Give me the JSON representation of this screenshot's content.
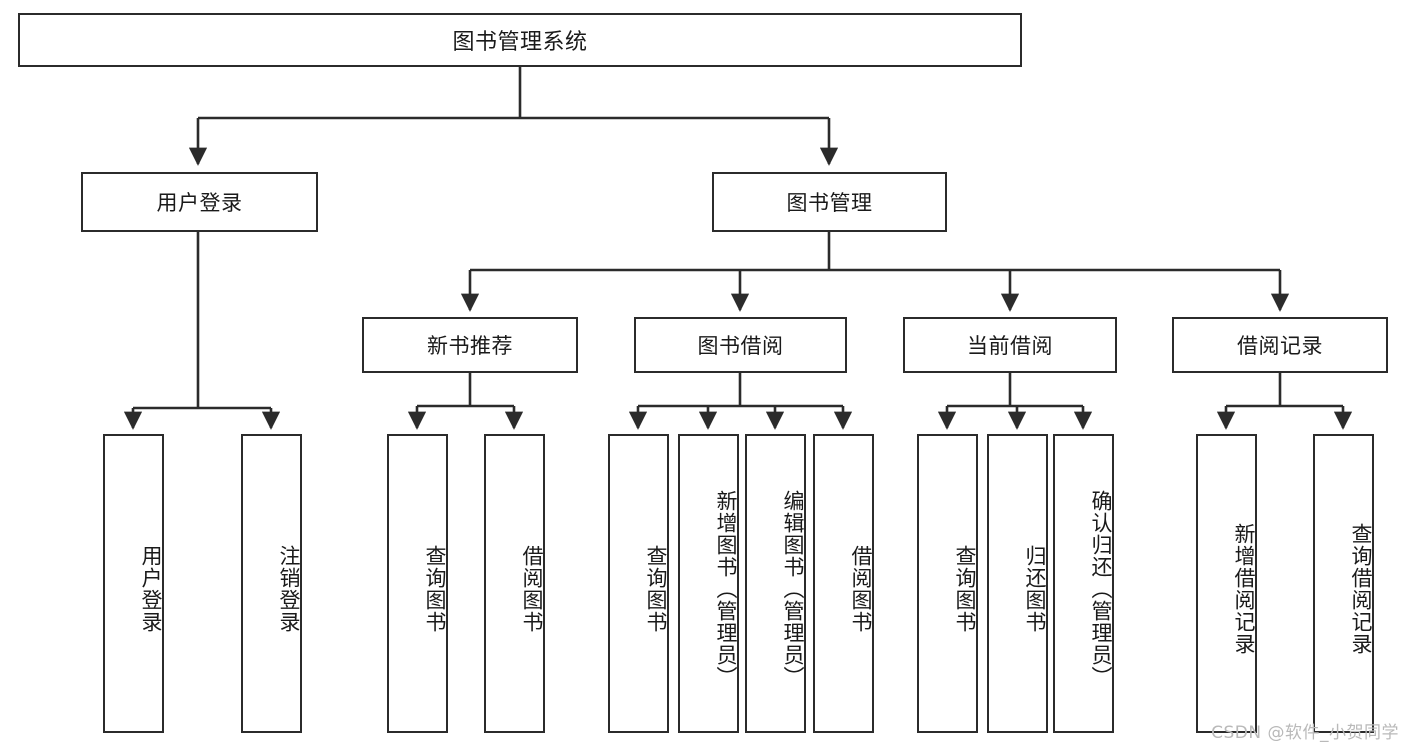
{
  "diagram": {
    "title": "图书管理系统",
    "type": "tree-hierarchy-chart",
    "watermark": "CSDN @软件_小贺同学",
    "colors": {
      "stroke": "#2b2b2b",
      "fill": "#ffffff",
      "text": "#1a1a1a",
      "watermark": "#b9b9b9"
    },
    "nodes": {
      "root": {
        "label": "图书管理系统"
      },
      "level1": [
        {
          "id": "user-login",
          "label": "用户登录"
        },
        {
          "id": "book-manage",
          "label": "图书管理"
        }
      ],
      "level2": [
        {
          "id": "new-book-recommend",
          "label": "新书推荐"
        },
        {
          "id": "book-borrow",
          "label": "图书借阅"
        },
        {
          "id": "current-borrow",
          "label": "当前借阅"
        },
        {
          "id": "borrow-record",
          "label": "借阅记录"
        }
      ],
      "leaves": [
        {
          "id": "leaf-user-login",
          "label": "用户登录",
          "parent": "user-login"
        },
        {
          "id": "leaf-logout",
          "label": "注销登录",
          "parent": "user-login"
        },
        {
          "id": "leaf-query-book-1",
          "label": "查询图书",
          "parent": "new-book-recommend"
        },
        {
          "id": "leaf-borrow-book-1",
          "label": "借阅图书",
          "parent": "new-book-recommend"
        },
        {
          "id": "leaf-query-book-2",
          "label": "查询图书",
          "parent": "book-borrow"
        },
        {
          "id": "leaf-add-book",
          "label": "新增图书（管理员）",
          "parent": "book-borrow"
        },
        {
          "id": "leaf-edit-book",
          "label": "编辑图书（管理员）",
          "parent": "book-borrow"
        },
        {
          "id": "leaf-borrow-book-2",
          "label": "借阅图书",
          "parent": "book-borrow"
        },
        {
          "id": "leaf-query-book-3",
          "label": "查询图书",
          "parent": "current-borrow"
        },
        {
          "id": "leaf-return-book",
          "label": "归还图书",
          "parent": "current-borrow"
        },
        {
          "id": "leaf-confirm-return",
          "label": "确认归还（管理员）",
          "parent": "current-borrow"
        },
        {
          "id": "leaf-add-record",
          "label": "新增借阅记录",
          "parent": "borrow-record"
        },
        {
          "id": "leaf-query-record",
          "label": "查询借阅记录",
          "parent": "borrow-record"
        }
      ]
    }
  }
}
